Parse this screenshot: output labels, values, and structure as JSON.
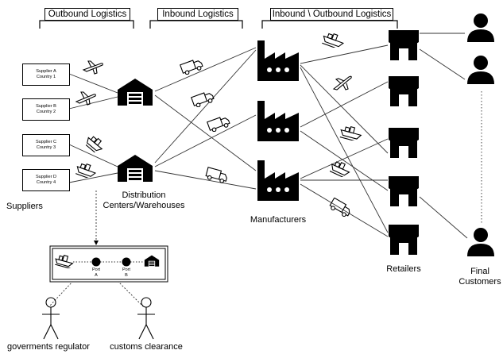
{
  "brackets": {
    "outbound": "Outbound Logistics",
    "inbound": "Inbound Logistics",
    "inout": "Inbound \\ Outbound Logistics"
  },
  "suppliers": [
    {
      "name": "Supplier A",
      "country": "Country 1"
    },
    {
      "name": "Supplier B",
      "country": "Country 2"
    },
    {
      "name": "Supplier C",
      "country": "Country 3"
    },
    {
      "name": "Supplier D",
      "country": "Country 4"
    }
  ],
  "labels": {
    "suppliers": "Suppliers",
    "distribution_line1": "Distribution",
    "distribution_line2": "Centers/Warehouses",
    "manufacturers": "Manufacturers",
    "retailers": "Retailers",
    "final_line1": "Final",
    "final_line2": "Customers",
    "regulator": "goverments regulator",
    "customs": "customs clearance"
  },
  "ports": {
    "a_line1": "Port",
    "a_line2": "A",
    "b_line1": "Port",
    "b_line2": "B"
  },
  "colors": {
    "ink": "#000000",
    "line": "#333333",
    "background": "#ffffff"
  }
}
